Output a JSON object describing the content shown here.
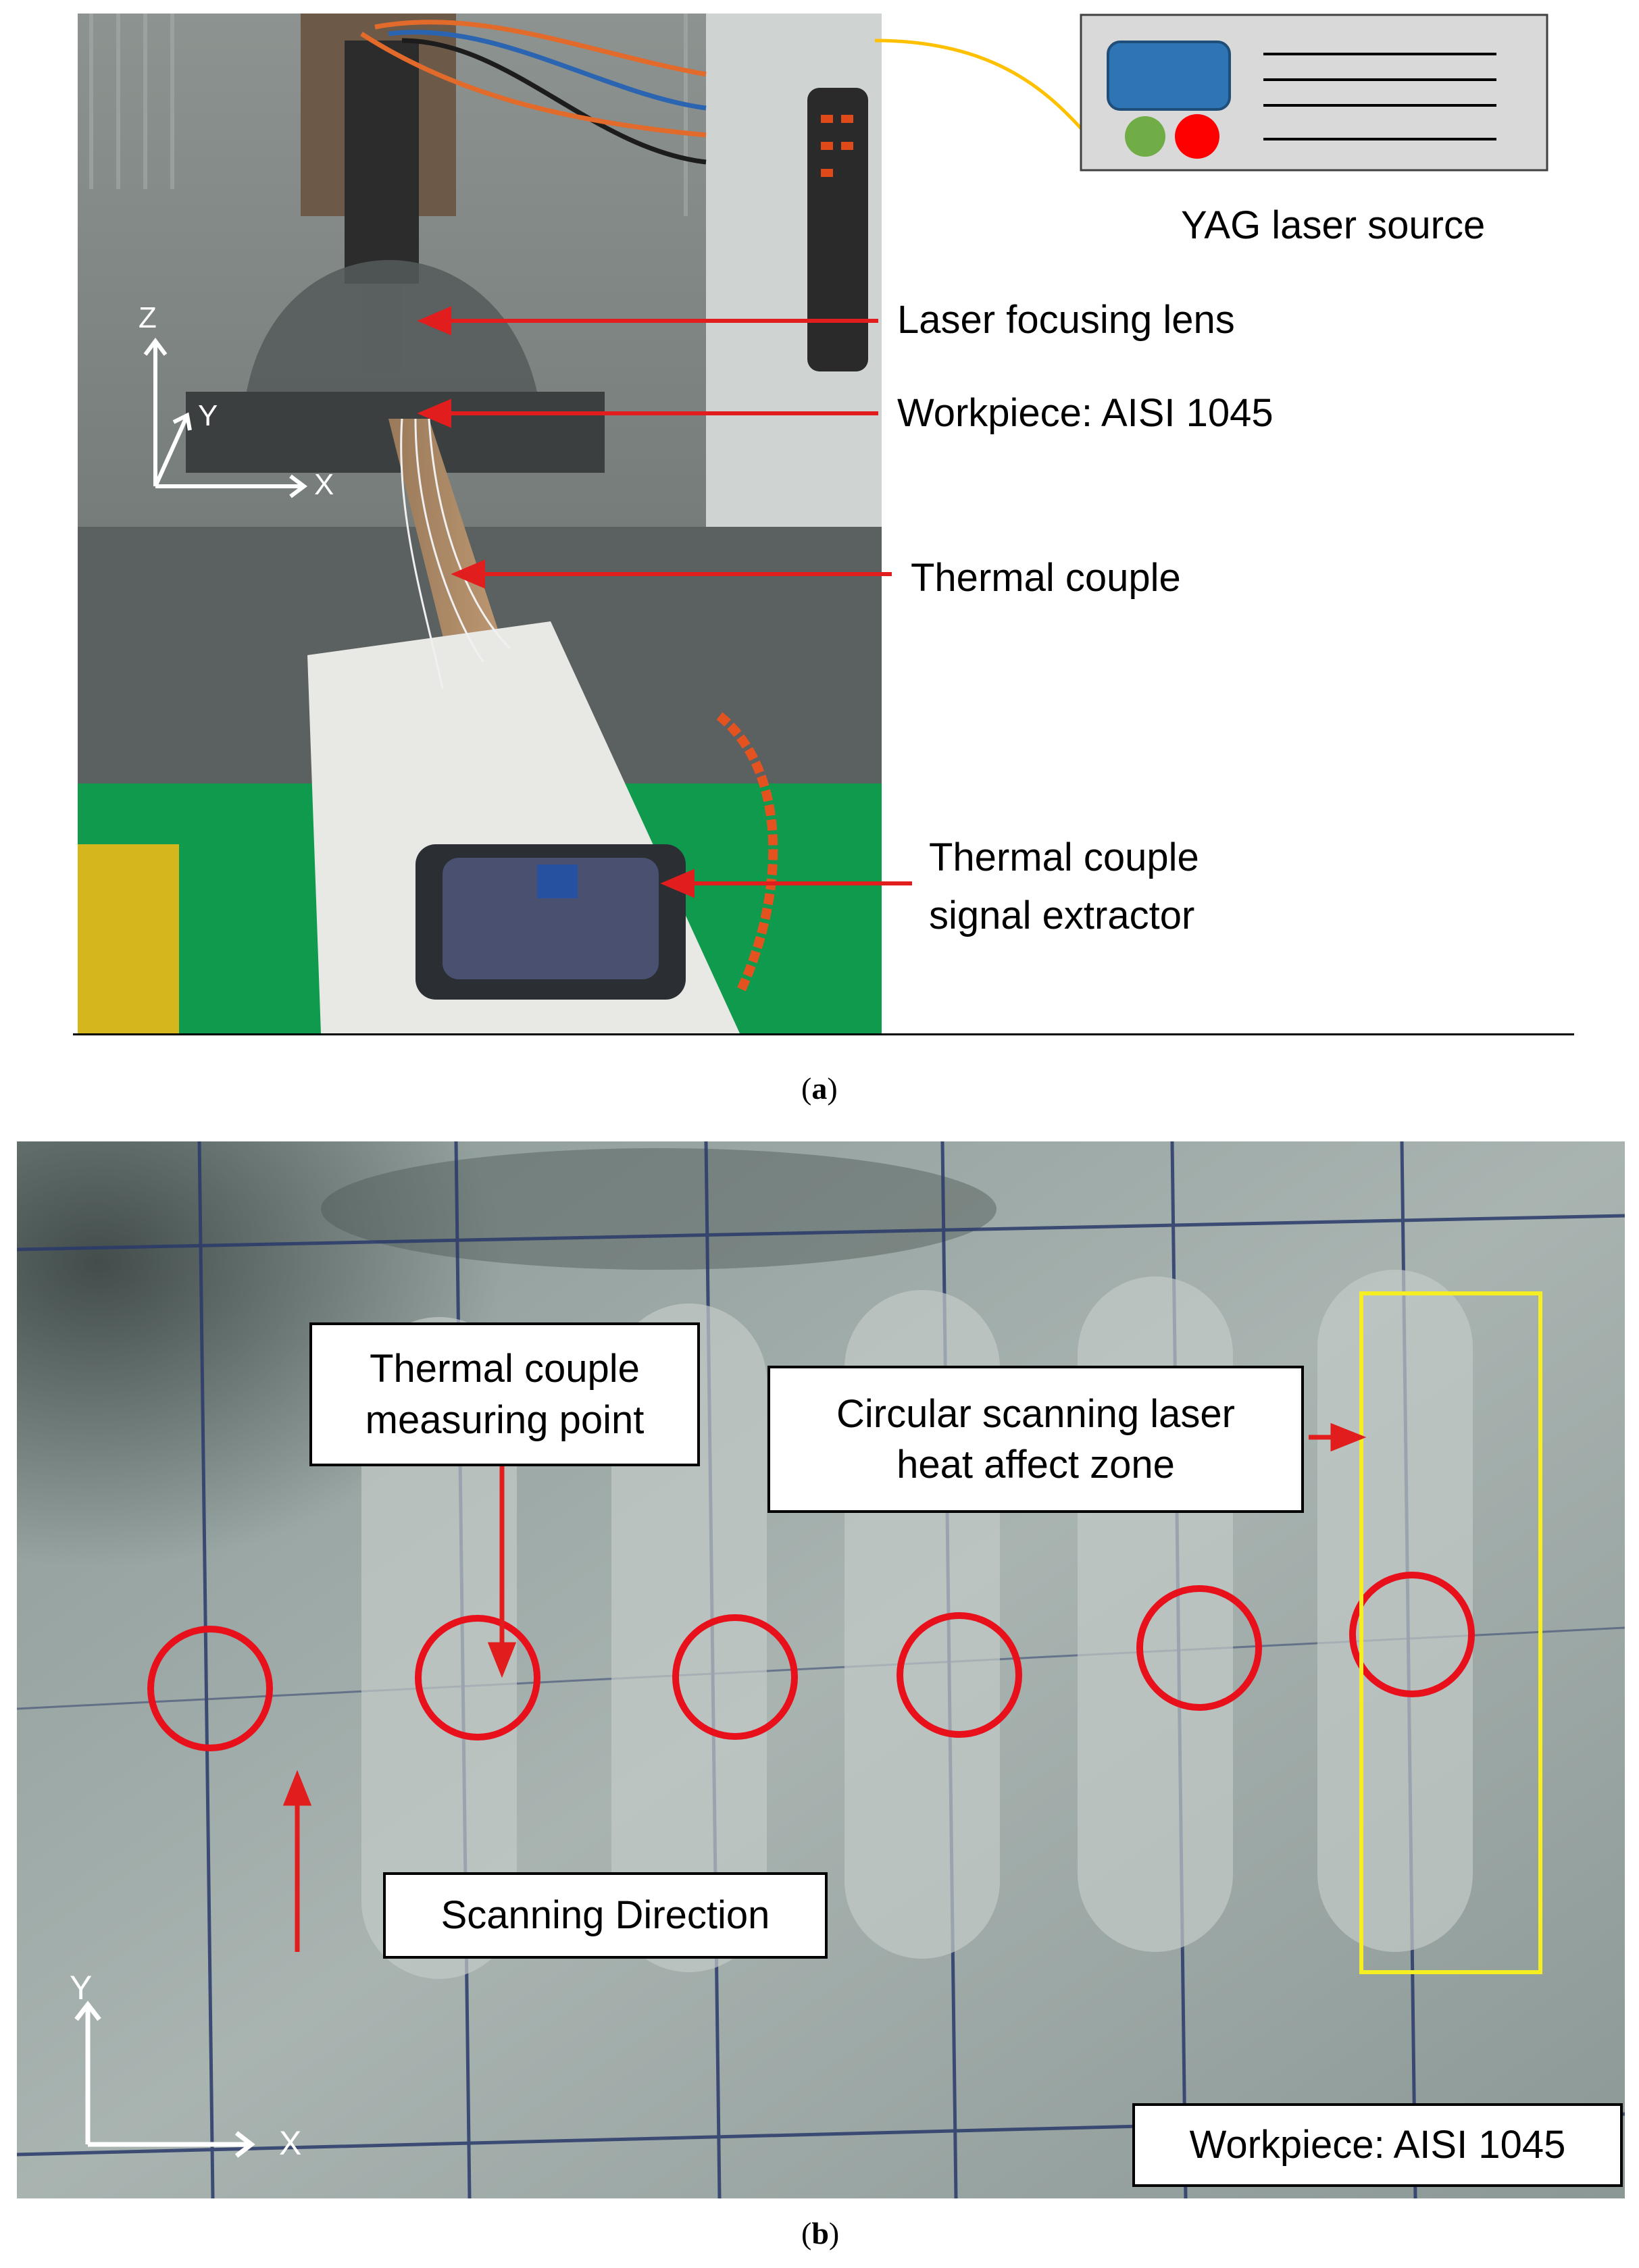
{
  "panel_a": {
    "laser_source_label": "YAG laser source",
    "annotations": [
      "Laser focusing lens",
      "Workpiece: AISI 1045",
      "Thermal couple",
      "Thermal couple",
      "signal extractor"
    ],
    "axes": {
      "z": "Z",
      "y": "Y",
      "x": "X"
    },
    "caption": "(a)",
    "caption_letter": "a"
  },
  "panel_b": {
    "callout_measuring": [
      "Thermal couple",
      "measuring point"
    ],
    "callout_zone": [
      "Circular scanning laser",
      "heat affect zone"
    ],
    "callout_direction": "Scanning Direction",
    "workpiece_label": "Workpiece: AISI 1045",
    "axes": {
      "y": "Y",
      "x": "X"
    },
    "caption": "(b)",
    "caption_letter": "b",
    "colors": {
      "marker": "#e8101b",
      "highlight": "#f5ee22",
      "arrow": "#e11d1d"
    }
  }
}
